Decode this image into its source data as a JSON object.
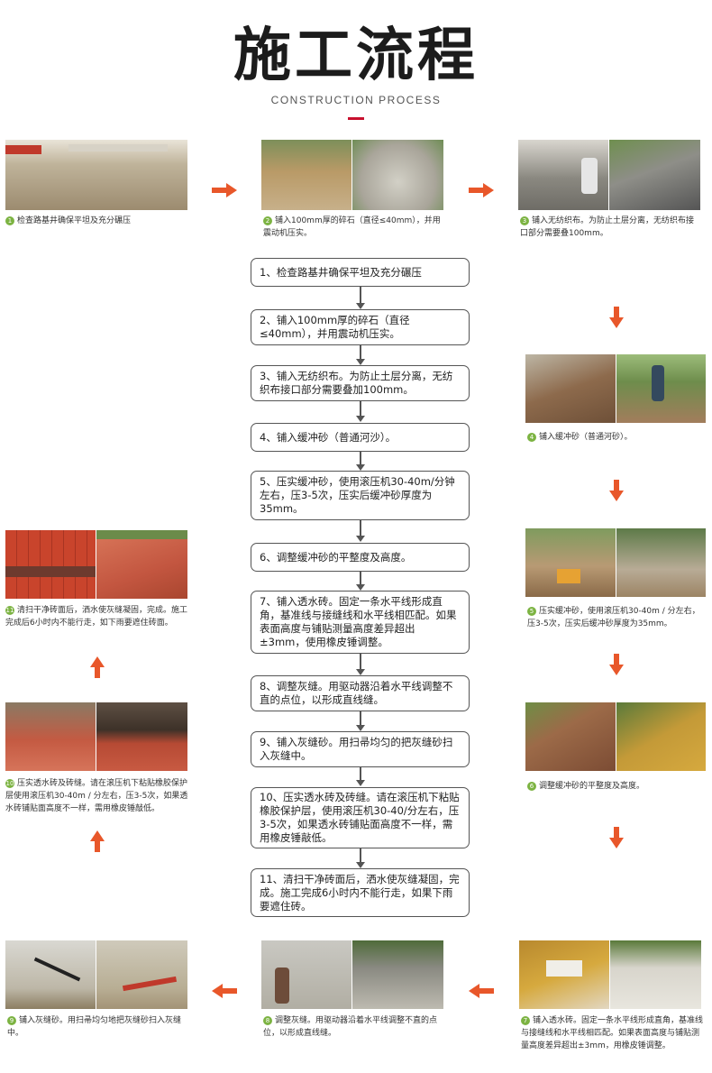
{
  "header": {
    "title": "施工流程",
    "subtitle": "CONSTRUCTION PROCESS"
  },
  "colors": {
    "accent_arrow": "#e8572a",
    "title_bar": "#c8102e",
    "step_badge": "#7cb342"
  },
  "flow_steps": [
    "1、检查路基井确保平坦及充分碾压",
    "2、铺入100mm厚的碎石（直径≤40mm），并用震动机压实。",
    "3、铺入无纺织布。为防止土层分离，无纺织布接口部分需要叠加100mm。",
    "4、铺入缓冲砂（普通河沙）。",
    "5、压实缓冲砂，使用滚压机30-40m/分钟左右，压3-5次，压实后缓冲砂厚度为35mm。",
    "6、调整缓冲砂的平整度及高度。",
    "7、铺入透水砖。固定一条水平线形成直角，基准线与接缝线和水平线相匹配。如果表面高度与铺贴测量高度差异超出±3mm，使用橡皮锤调整。",
    "8、调整灰缝。用驱动器沿着水平线调整不直的点位，以形成直线缝。",
    "9、铺入灰缝砂。用扫帚均匀的把灰缝砂扫入灰缝中。",
    "10、压实透水砖及砖缝。请在滚压机下粘贴橡胶保护层，使用滚压机30-40/分左右，压3-5次，如果透水砖铺贴面高度不一样，需用橡皮锤敲低。",
    "11、清扫干净砖面后，洒水使灰缝凝固，完成。施工完成6小时内不能行走，如果下雨要遮住砖。"
  ],
  "photo_captions": {
    "p1": {
      "num": "1",
      "text": "检查路基井确保平坦及充分碾压"
    },
    "p2": {
      "num": "2",
      "text": "铺入100mm厚的碎石（直径≤40mm），并用震动机压实。"
    },
    "p3": {
      "num": "3",
      "text": "铺入无纺织布。为防止土层分离，无纺织布接口部分需要叠100mm。"
    },
    "p4": {
      "num": "4",
      "text": "铺入缓冲砂（普通河砂）。"
    },
    "p5": {
      "num": "5",
      "text": "压实缓冲砂，使用滚压机30-40m / 分左右，压3-5次，压实后缓冲砂厚度为35mm。"
    },
    "p6": {
      "num": "6",
      "text": "调整缓冲砂的平整度及高度。"
    },
    "p7": {
      "num": "7",
      "text": "铺入透水砖。固定一条水平线形成直角，基准线与接缝线和水平线相匹配。如果表面高度与铺贴测量高度差异超出±3mm，用橡皮锤调整。"
    },
    "p8": {
      "num": "8",
      "text": "调整灰缝。用驱动器沿着水平线调整不直的点位，以形成直线缝。"
    },
    "p9": {
      "num": "9",
      "text": "铺入灰缝砂。用扫帚均匀地把灰缝砂扫入灰缝中。"
    },
    "p10": {
      "num": "10",
      "text": "压实透水砖及砖缝。请在滚压机下粘贴橡胶保护层使用滚压机30-40m / 分左右，压3-5次，如果透水砖铺贴面高度不一样，需用橡皮锤敲低。"
    },
    "p11": {
      "num": "11",
      "text": "清扫干净砖面后，洒水使灰缝凝固，完成。施工完成后6小时内不能行走，如下雨要遮住砖面。"
    }
  }
}
